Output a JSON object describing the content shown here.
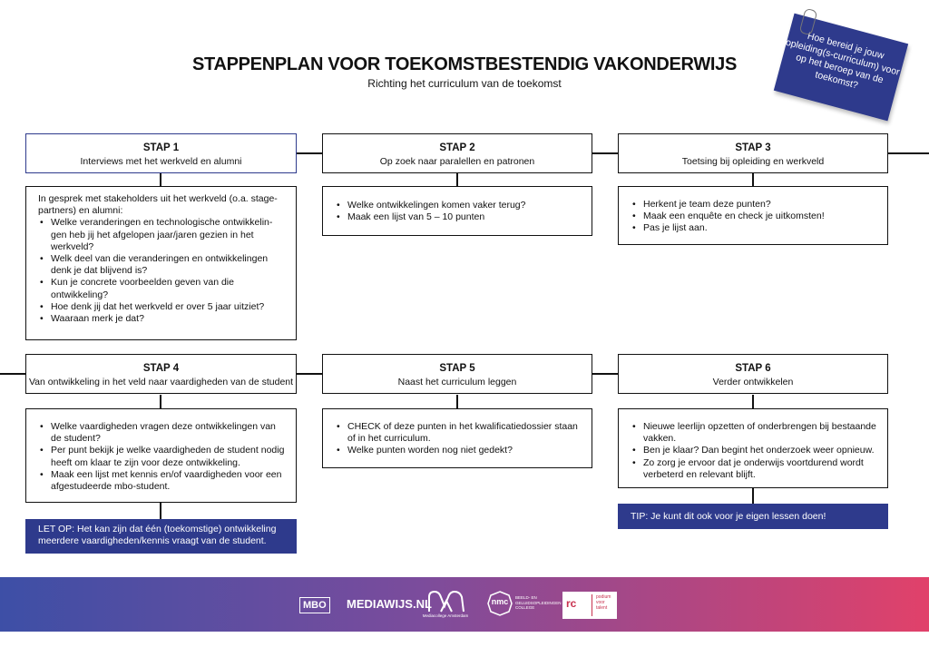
{
  "header": {
    "title": "STAPPENPLAN VOOR TOEKOMSTBESTENDIG VAKONDERWIJS",
    "subtitle": "Richting het curriculum van de toekomst"
  },
  "note": {
    "text": "Hoe bereid je jouw opleiding(s-curriculum) voor op het beroep van de toekomst?",
    "color": "#2e3a8c"
  },
  "steps": [
    {
      "number": "STAP 1",
      "title": "Interviews met het werkveld en alumni",
      "intro": "In gesprek met stakeholders uit het werkveld (o.a. stage-partners) en alumni:",
      "items": [
        "Welke veranderingen en technologische ontwikkelin-gen heb jij het afgelopen jaar/jaren gezien in het werkveld?",
        "Welk deel van die veranderingen en ontwikkelingen denk je dat blijvend is?",
        "Kun je concrete voorbeelden geven van die ontwikkeling?",
        "Hoe denk jij dat het werkveld er over 5 jaar uitziet?",
        "Waaraan merk je dat?"
      ]
    },
    {
      "number": "STAP 2",
      "title": "Op zoek naar paralellen en patronen",
      "items": [
        "Welke ontwikkelingen komen vaker terug?",
        "Maak een lijst van 5 – 10 punten"
      ]
    },
    {
      "number": "STAP 3",
      "title": "Toetsing bij opleiding en werkveld",
      "items": [
        "Herkent je team deze punten?",
        "Maak een enquête en check je uitkomsten!",
        "Pas je lijst aan."
      ]
    },
    {
      "number": "STAP 4",
      "title": "Van ontwikkeling in het veld naar vaardigheden van de student",
      "items": [
        "Welke vaardigheden vragen deze ontwikkelingen van de student?",
        "Per punt bekijk je welke vaardigheden de student nodig heeft om klaar te zijn voor deze ontwikkeling.",
        "Maak een lijst met kennis en/of vaardigheden voor een afgestudeerde mbo-student."
      ],
      "callout": "LET OP: Het kan zijn dat één (toekomstige) ontwikkeling meerdere vaardigheden/kennis vraagt van de student."
    },
    {
      "number": "STAP 5",
      "title": "Naast het curriculum leggen",
      "items": [
        "CHECK of deze punten in het kwalificatiedossier staan of in het curriculum.",
        "Welke punten worden nog niet gedekt?"
      ]
    },
    {
      "number": "STAP 6",
      "title": "Verder ontwikkelen",
      "items": [
        "Nieuwe leerlijn opzetten of onderbrengen bij bestaande vakken.",
        "Ben je klaar? Dan begint het onderzoek weer opnieuw.",
        "Zo zorg je ervoor dat je onderwijs voortdurend wordt verbeterd en relevant blijft."
      ],
      "callout": "TIP: Je kunt dit ook voor je eigen lessen doen!"
    }
  ],
  "footer": {
    "logos": {
      "mbo": "MBO",
      "mediawijs": "MEDIAWIJS.NL",
      "ma_sub": "Mediacollege Amsterdam",
      "nmc": "nmc",
      "nmc_sub": "BEELD- EN GELUIDSOPLEIDINGEN COLLEGE",
      "rc": "rc",
      "rc_sub": "podium voor talent"
    },
    "gradient": [
      "#3d4fa6",
      "#7b4c9c",
      "#e1416a"
    ]
  }
}
